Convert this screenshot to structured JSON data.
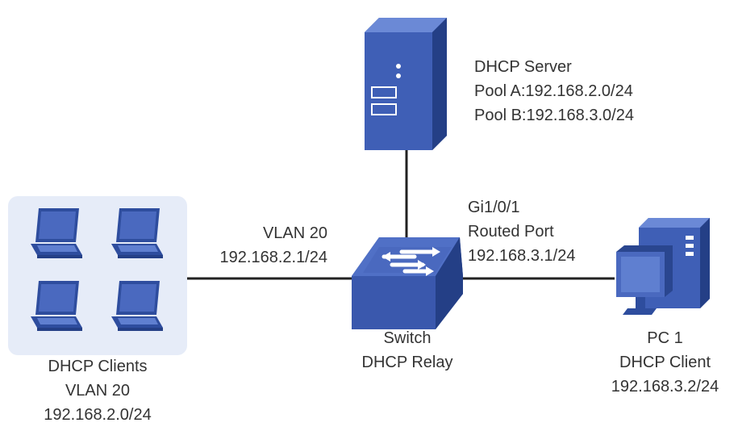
{
  "colors": {
    "device_dark": "#2e4d9e",
    "device_mid": "#4060b8",
    "device_light": "#5f7fd0",
    "device_face": "#3a58ad",
    "clients_bg": "#e6ecf8",
    "line": "#222222",
    "text": "#333333"
  },
  "server": {
    "icon": "server-icon",
    "lines": [
      "DHCP Server",
      "Pool A:192.168.2.0/24",
      "Pool B:192.168.3.0/24"
    ]
  },
  "switch": {
    "icon": "switch-icon",
    "lines": [
      "Switch",
      "DHCP Relay"
    ]
  },
  "clients": {
    "icon": "laptop-icon",
    "count": 4,
    "lines": [
      "DHCP Clients",
      "VLAN 20",
      "192.168.2.0/24"
    ]
  },
  "pc": {
    "icon": "desktop-pc-icon",
    "lines": [
      "PC 1",
      "DHCP Client",
      "192.168.3.2/24"
    ]
  },
  "left_link": {
    "lines": [
      "VLAN 20",
      "192.168.2.1/24"
    ]
  },
  "right_link": {
    "lines": [
      "Gi1/0/1",
      "Routed Port",
      "192.168.3.1/24"
    ]
  }
}
